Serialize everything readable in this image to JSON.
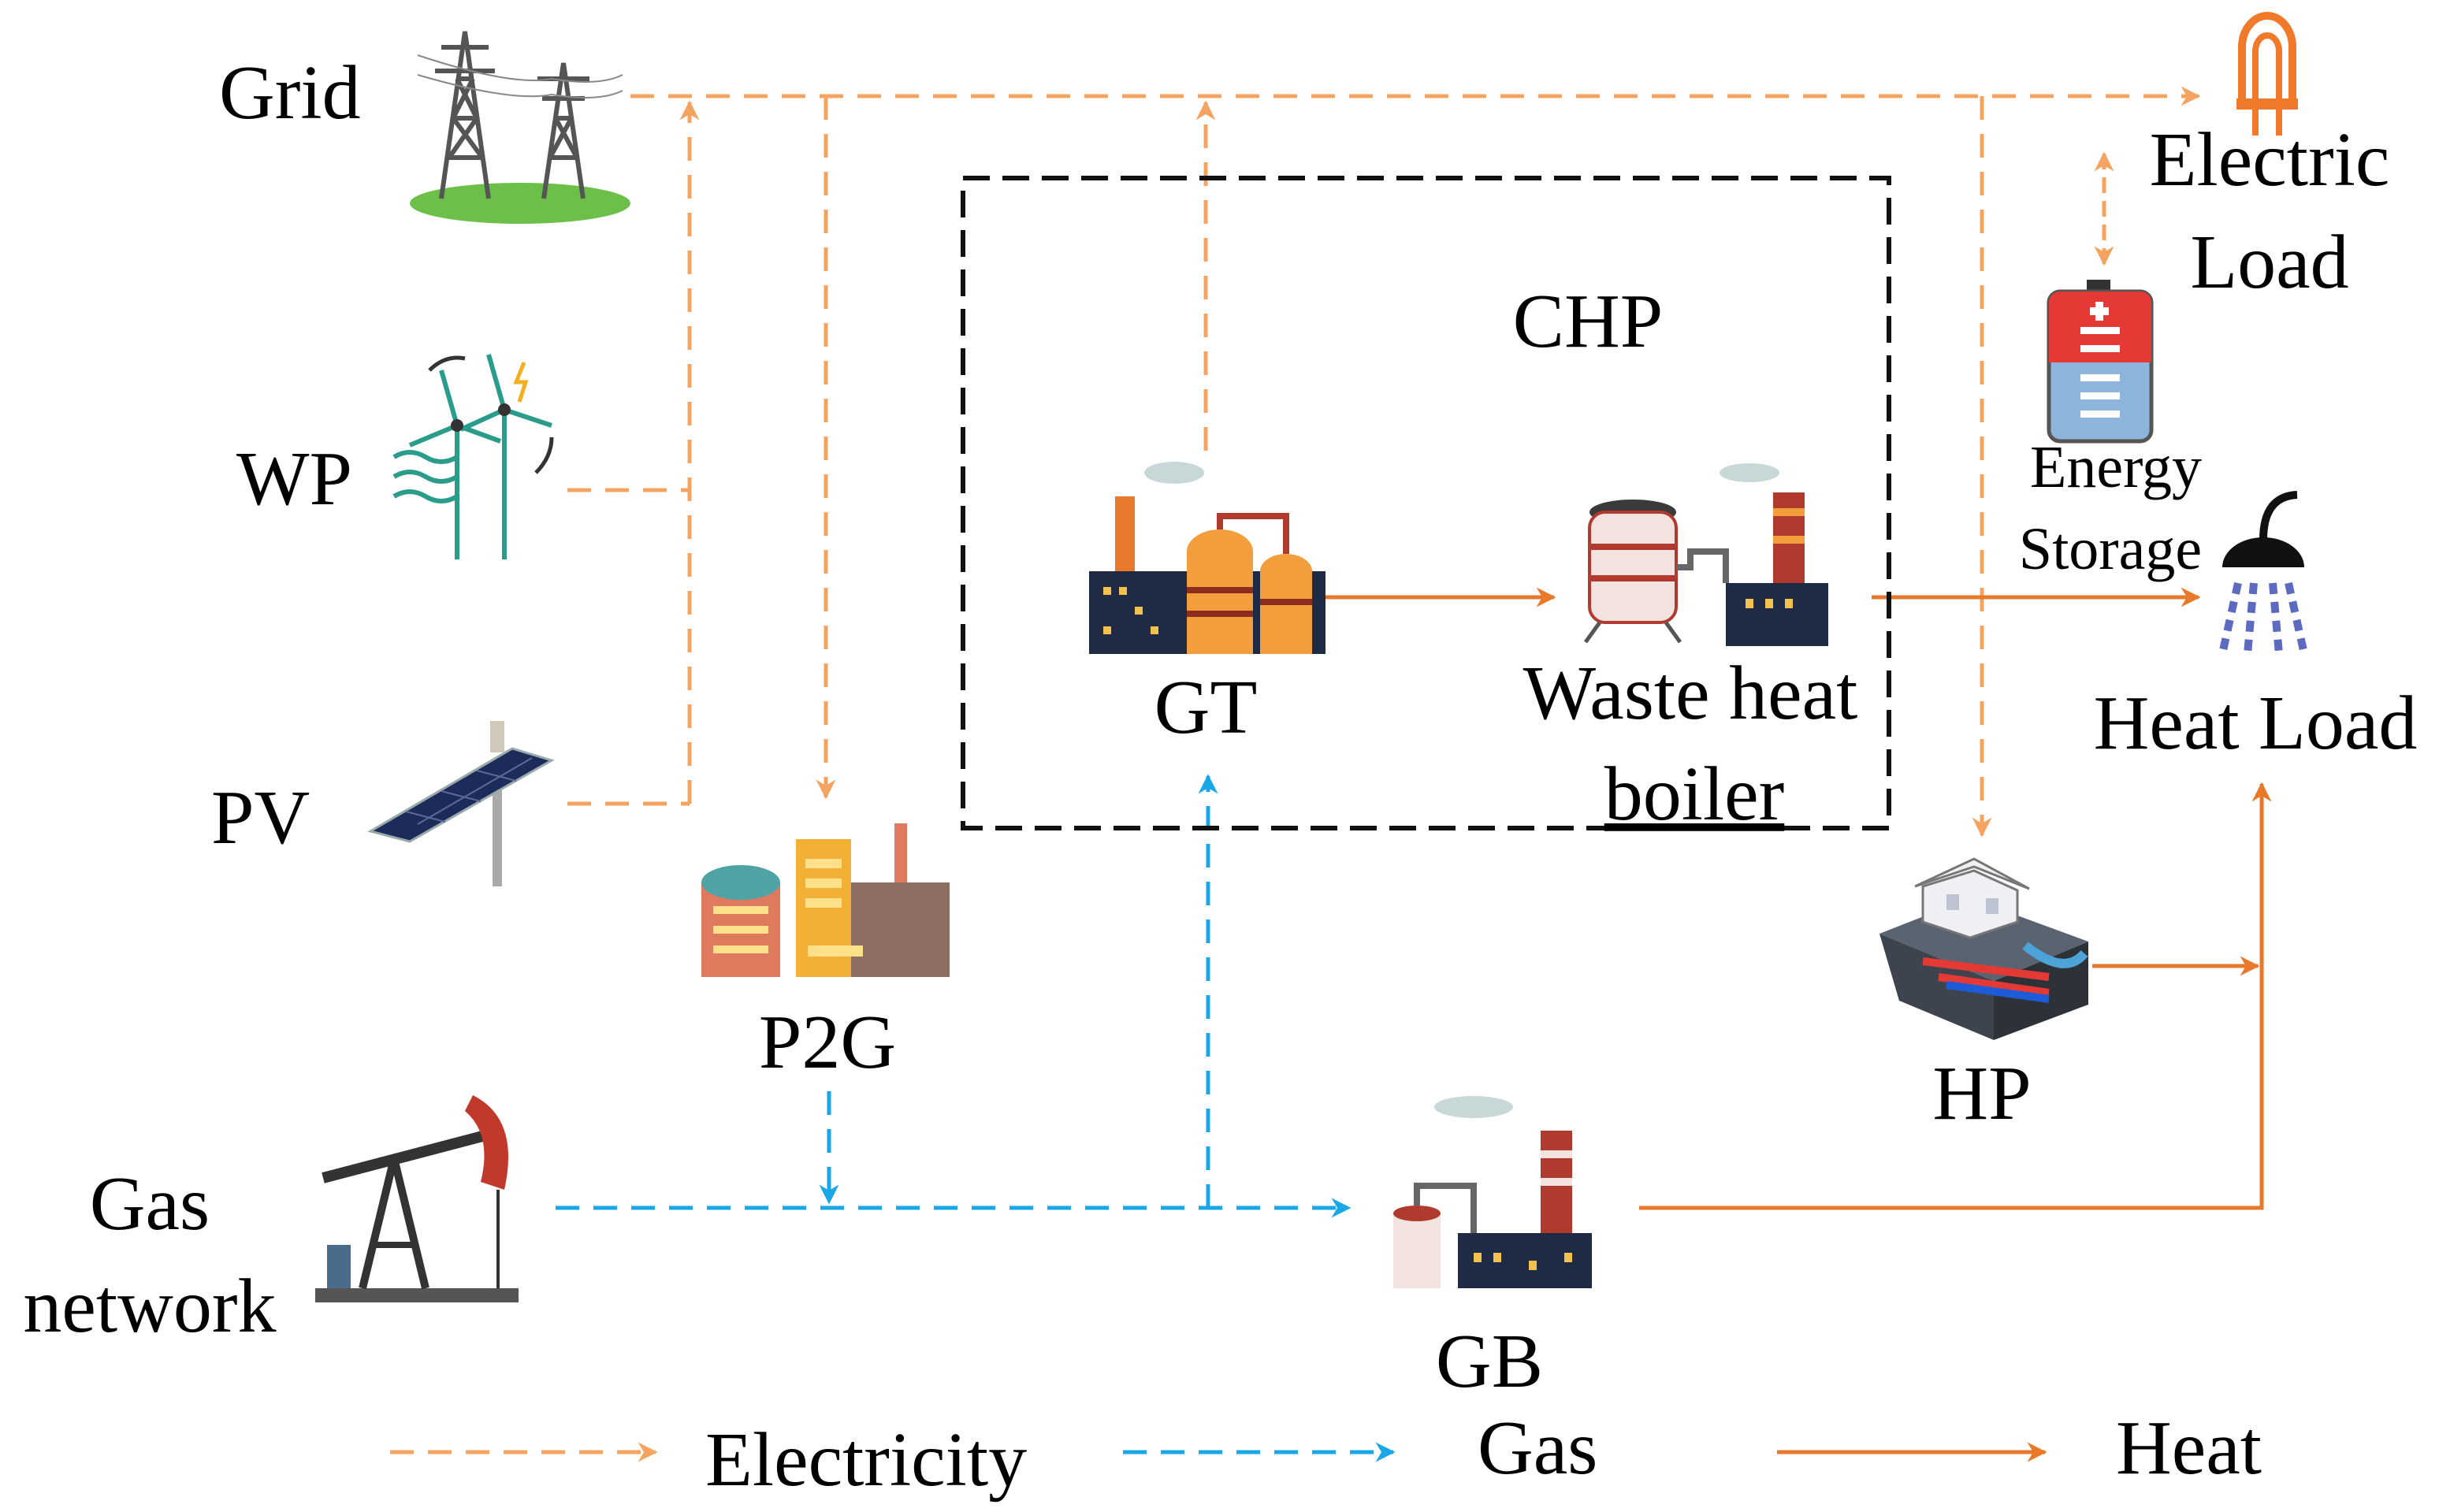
{
  "colors": {
    "electricity": "#F4A460",
    "gas": "#1AA7E8",
    "heat": "#E8792A",
    "chp_border": "#111111"
  },
  "labels": {
    "grid": "Grid",
    "wp": "WP",
    "pv": "PV",
    "gas_network_line1": "Gas",
    "gas_network_line2": "network",
    "chp": "CHP",
    "gt": "GT",
    "waste_heat_line1": "Waste heat",
    "waste_heat_line2": "boiler",
    "p2g": "P2G",
    "gb": "GB",
    "hp": "HP",
    "electric_load_line1": "Electric",
    "electric_load_line2": "Load",
    "energy_storage_line1": "Energy",
    "energy_storage_line2": "Storage",
    "heat_load": "Heat Load"
  },
  "legend": {
    "electricity": "Electricity",
    "gas": "Gas",
    "heat": "Heat"
  },
  "icons": [
    "power-tower-icon",
    "wind-turbine-icon",
    "solar-panel-icon",
    "oil-pump-icon",
    "factory-icon",
    "boiler-plant-icon",
    "house-heat-pump-icon",
    "light-bulb-icon",
    "battery-icon",
    "shower-head-icon"
  ]
}
